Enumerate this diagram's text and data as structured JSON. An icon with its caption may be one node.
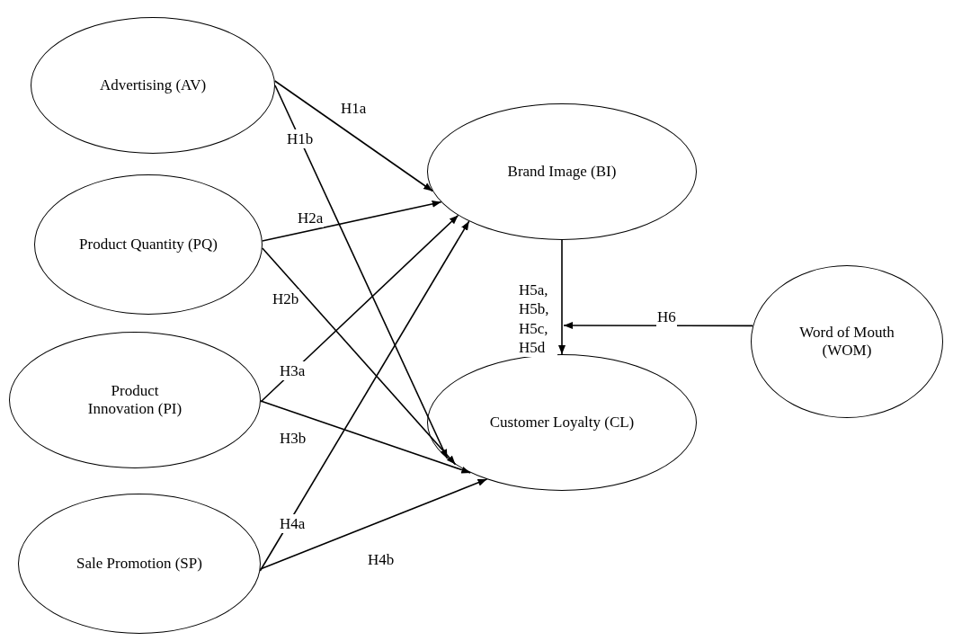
{
  "diagram": {
    "nodes": [
      {
        "text": [
          "Advertising (AV)"
        ]
      },
      {
        "text": [
          "Product Quantity (PQ)"
        ]
      },
      {
        "text": [
          "Product Innovation (PI)"
        ]
      },
      {
        "text": [
          "Sale Promotion (SP)"
        ]
      },
      {
        "text": [
          "Brand Image (BI)"
        ]
      },
      {
        "text": [
          "Customer Loyalty (CL)"
        ]
      },
      {
        "text": [
          "Word of Mouth (WOM)"
        ]
      }
    ],
    "edges": [
      {
        "from": 0,
        "to": 4,
        "arrow": "to",
        "label": "H1a"
      },
      {
        "from": 0,
        "to": 5,
        "arrow": "to",
        "label": "H1b"
      },
      {
        "from": 1,
        "to": 4,
        "arrow": "to",
        "label": "H2a"
      },
      {
        "from": 1,
        "to": 5,
        "arrow": "to",
        "label": "H2b"
      },
      {
        "from": 2,
        "to": 4,
        "arrow": "to",
        "label": "H3a"
      },
      {
        "from": 2,
        "to": 5,
        "arrow": "to",
        "label": "H3b"
      },
      {
        "from": 3,
        "to": 4,
        "arrow": "to",
        "label": "H4a"
      },
      {
        "from": 3,
        "to": 5,
        "arrow": "to",
        "label": "H4b"
      },
      {
        "from": 4,
        "to": 5,
        "arrow": "to",
        "label": "H5a, H5b, H5c, H5d"
      },
      {
        "from": 6,
        "to": null,
        "arrow": "to",
        "label": "H6"
      }
    ]
  }
}
